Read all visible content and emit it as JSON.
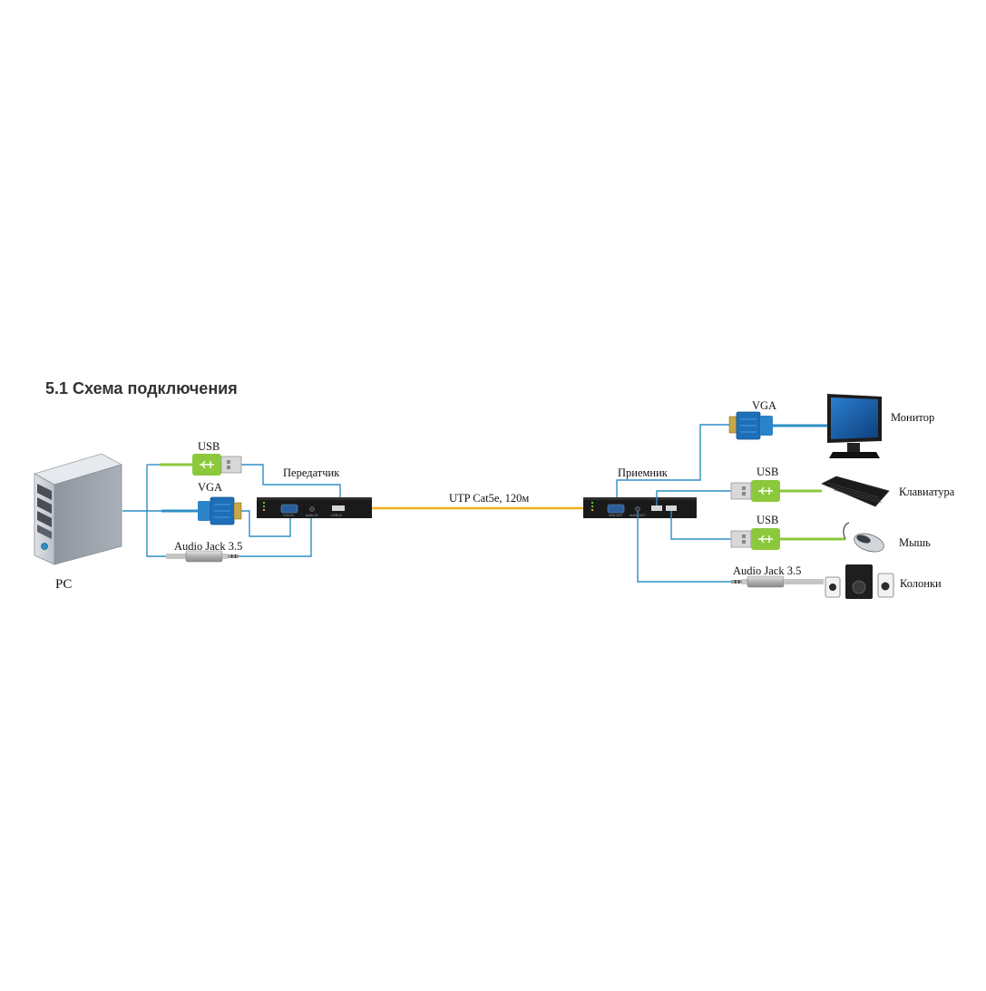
{
  "heading": "5.1 Схема подключения",
  "colors": {
    "wire": "#2e8fc6",
    "link": "#f2b01f",
    "usb": "#8cc83c",
    "vga": "#1d6fb8",
    "device": "#1a1a1a",
    "text": "#111111"
  },
  "labels": {
    "pc": "PC",
    "usb_tx": "USB",
    "vga_tx": "VGA",
    "audio_tx": "Audio Jack 3.5",
    "transmitter": "Передатчик",
    "cable": "UTP Cat5e, 120м",
    "receiver": "Приемник",
    "vga_rx": "VGA",
    "usb_rx1": "USB",
    "usb_rx2": "USB",
    "audio_rx": "Audio Jack 3.5",
    "monitor": "Монитор",
    "keyboard": "Клавиатура",
    "mouse": "Мышь",
    "speakers": "Колонки"
  },
  "icons": [
    "pc-tower-icon",
    "vga-connector-icon",
    "usb-connector-icon",
    "audio-jack-icon",
    "monitor-icon",
    "keyboard-icon",
    "mouse-icon",
    "speakers-icon"
  ]
}
